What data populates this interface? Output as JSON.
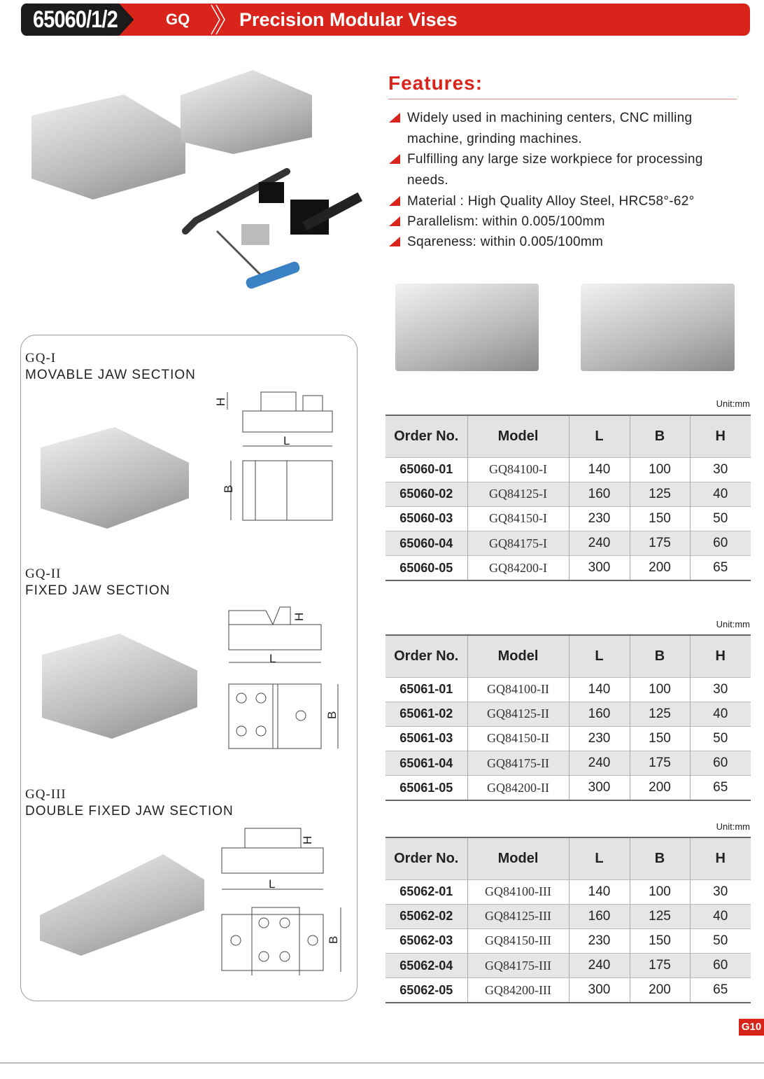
{
  "header": {
    "code": "65060/1/2",
    "series": "GQ",
    "title": "Precision Modular Vises"
  },
  "features": {
    "title": "Features:",
    "items": [
      "Widely used in machining centers, CNC milling machine, grinding machines.",
      "Fulfilling any large size workpiece for processing needs.",
      "Material : High Quality Alloy Steel, HRC58°-62°",
      "Parallelism:  within 0.005/100mm",
      "Sqareness:  within 0.005/100mm"
    ]
  },
  "sections": [
    {
      "code": "GQ-I",
      "name": "MOVABLE JAW SECTION"
    },
    {
      "code": "GQ-II",
      "name": "FIXED JAW SECTION"
    },
    {
      "code": "GQ-III",
      "name": "DOUBLE FIXED JAW SECTION"
    }
  ],
  "dim_labels": {
    "L": "L",
    "B": "B",
    "H": "H"
  },
  "tables": [
    {
      "unit": "Unit:mm",
      "headers": [
        "Order No.",
        "Model",
        "L",
        "B",
        "H"
      ],
      "rows": [
        [
          "65060-01",
          "GQ84100-I",
          "140",
          "100",
          "30"
        ],
        [
          "65060-02",
          "GQ84125-I",
          "160",
          "125",
          "40"
        ],
        [
          "65060-03",
          "GQ84150-I",
          "230",
          "150",
          "50"
        ],
        [
          "65060-04",
          "GQ84175-I",
          "240",
          "175",
          "60"
        ],
        [
          "65060-05",
          "GQ84200-I",
          "300",
          "200",
          "65"
        ]
      ]
    },
    {
      "unit": "Unit:mm",
      "headers": [
        "Order No.",
        "Model",
        "L",
        "B",
        "H"
      ],
      "rows": [
        [
          "65061-01",
          "GQ84100-II",
          "140",
          "100",
          "30"
        ],
        [
          "65061-02",
          "GQ84125-II",
          "160",
          "125",
          "40"
        ],
        [
          "65061-03",
          "GQ84150-II",
          "230",
          "150",
          "50"
        ],
        [
          "65061-04",
          "GQ84175-II",
          "240",
          "175",
          "60"
        ],
        [
          "65061-05",
          "GQ84200-II",
          "300",
          "200",
          "65"
        ]
      ]
    },
    {
      "unit": "Unit:mm",
      "headers": [
        "Order No.",
        "Model",
        "L",
        "B",
        "H"
      ],
      "rows": [
        [
          "65062-01",
          "GQ84100-III",
          "140",
          "100",
          "30"
        ],
        [
          "65062-02",
          "GQ84125-III",
          "160",
          "125",
          "40"
        ],
        [
          "65062-03",
          "GQ84150-III",
          "230",
          "150",
          "50"
        ],
        [
          "65062-04",
          "GQ84175-III",
          "240",
          "175",
          "60"
        ],
        [
          "65062-05",
          "GQ84200-III",
          "300",
          "200",
          "65"
        ]
      ]
    }
  ],
  "page": "G10",
  "colors": {
    "accent": "#d9241c",
    "dark": "#1c1a1a"
  }
}
